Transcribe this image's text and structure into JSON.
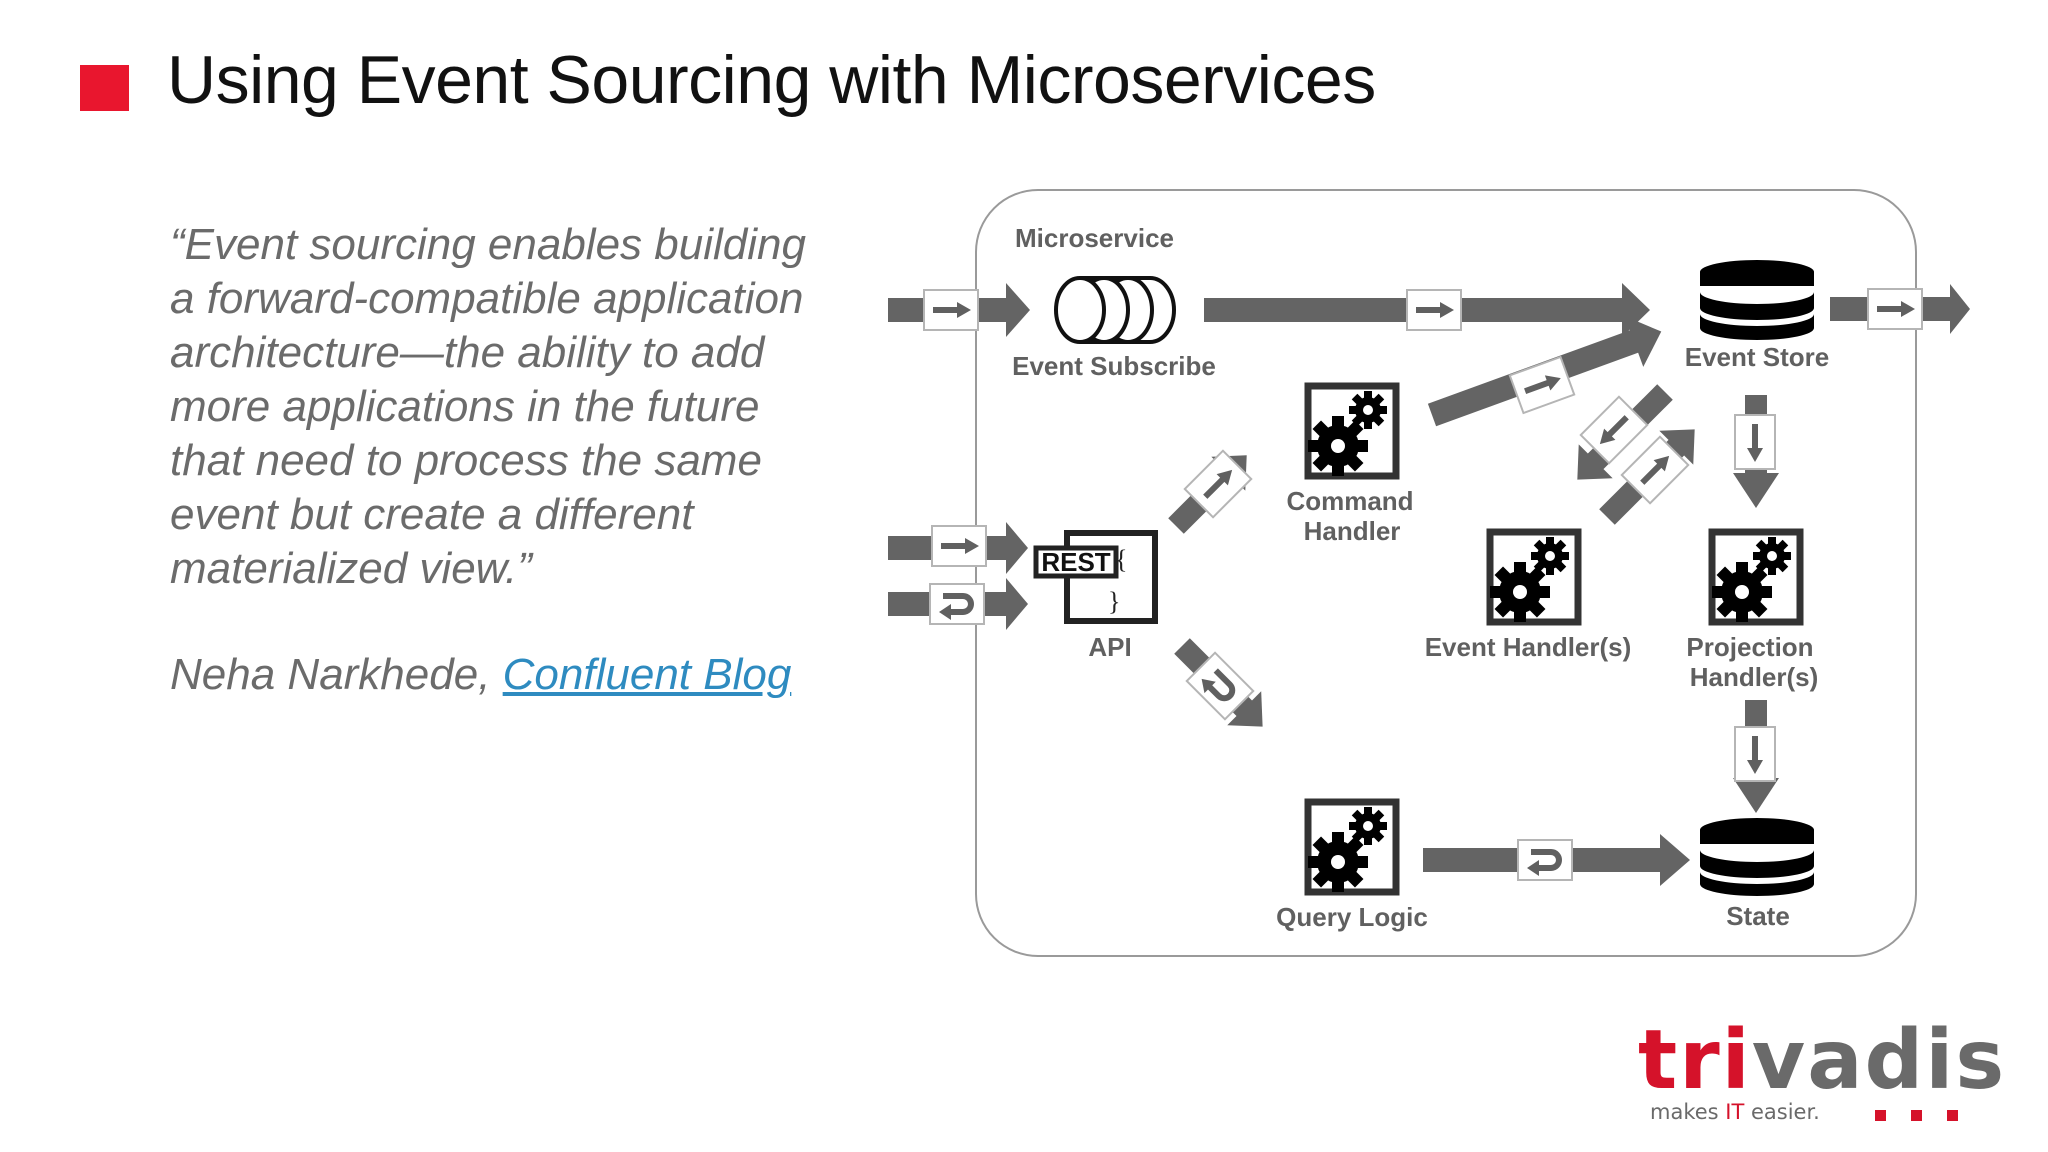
{
  "slide": {
    "title": "Using Event Sourcing with Microservices",
    "accent_color": "#e9162e"
  },
  "quote": {
    "lines": [
      "“Event sourcing enables building",
      "a forward-compatible application",
      "architecture—the ability to add",
      "more applications in the future",
      "that need to process the same",
      "event but create a different",
      "materialized view.”"
    ],
    "author": "Neha Narkhede, ",
    "link_text": "Confluent Blog",
    "link_color": "#2e8bc0"
  },
  "diagram": {
    "container_label": "Microservice",
    "nodes": {
      "event_subscribe": "Event Subscribe",
      "event_store": "Event Store",
      "command_handler_line1": "Command",
      "command_handler_line2": "Handler",
      "api": "API",
      "api_badge": "REST",
      "event_handlers": "Event Handler(s)",
      "projection_handlers_line1": "Projection",
      "projection_handlers_line2": "Handler(s)",
      "query_logic": "Query Logic",
      "state": "State"
    },
    "message_icons": {
      "event": "arrow-right-icon",
      "request_reply": "return-arrow-icon"
    }
  },
  "logo": {
    "brand_red": "tri",
    "brand_gray": "vadis",
    "tagline_pre": "makes ",
    "tagline_it": "IT",
    "tagline_post": " easier."
  }
}
